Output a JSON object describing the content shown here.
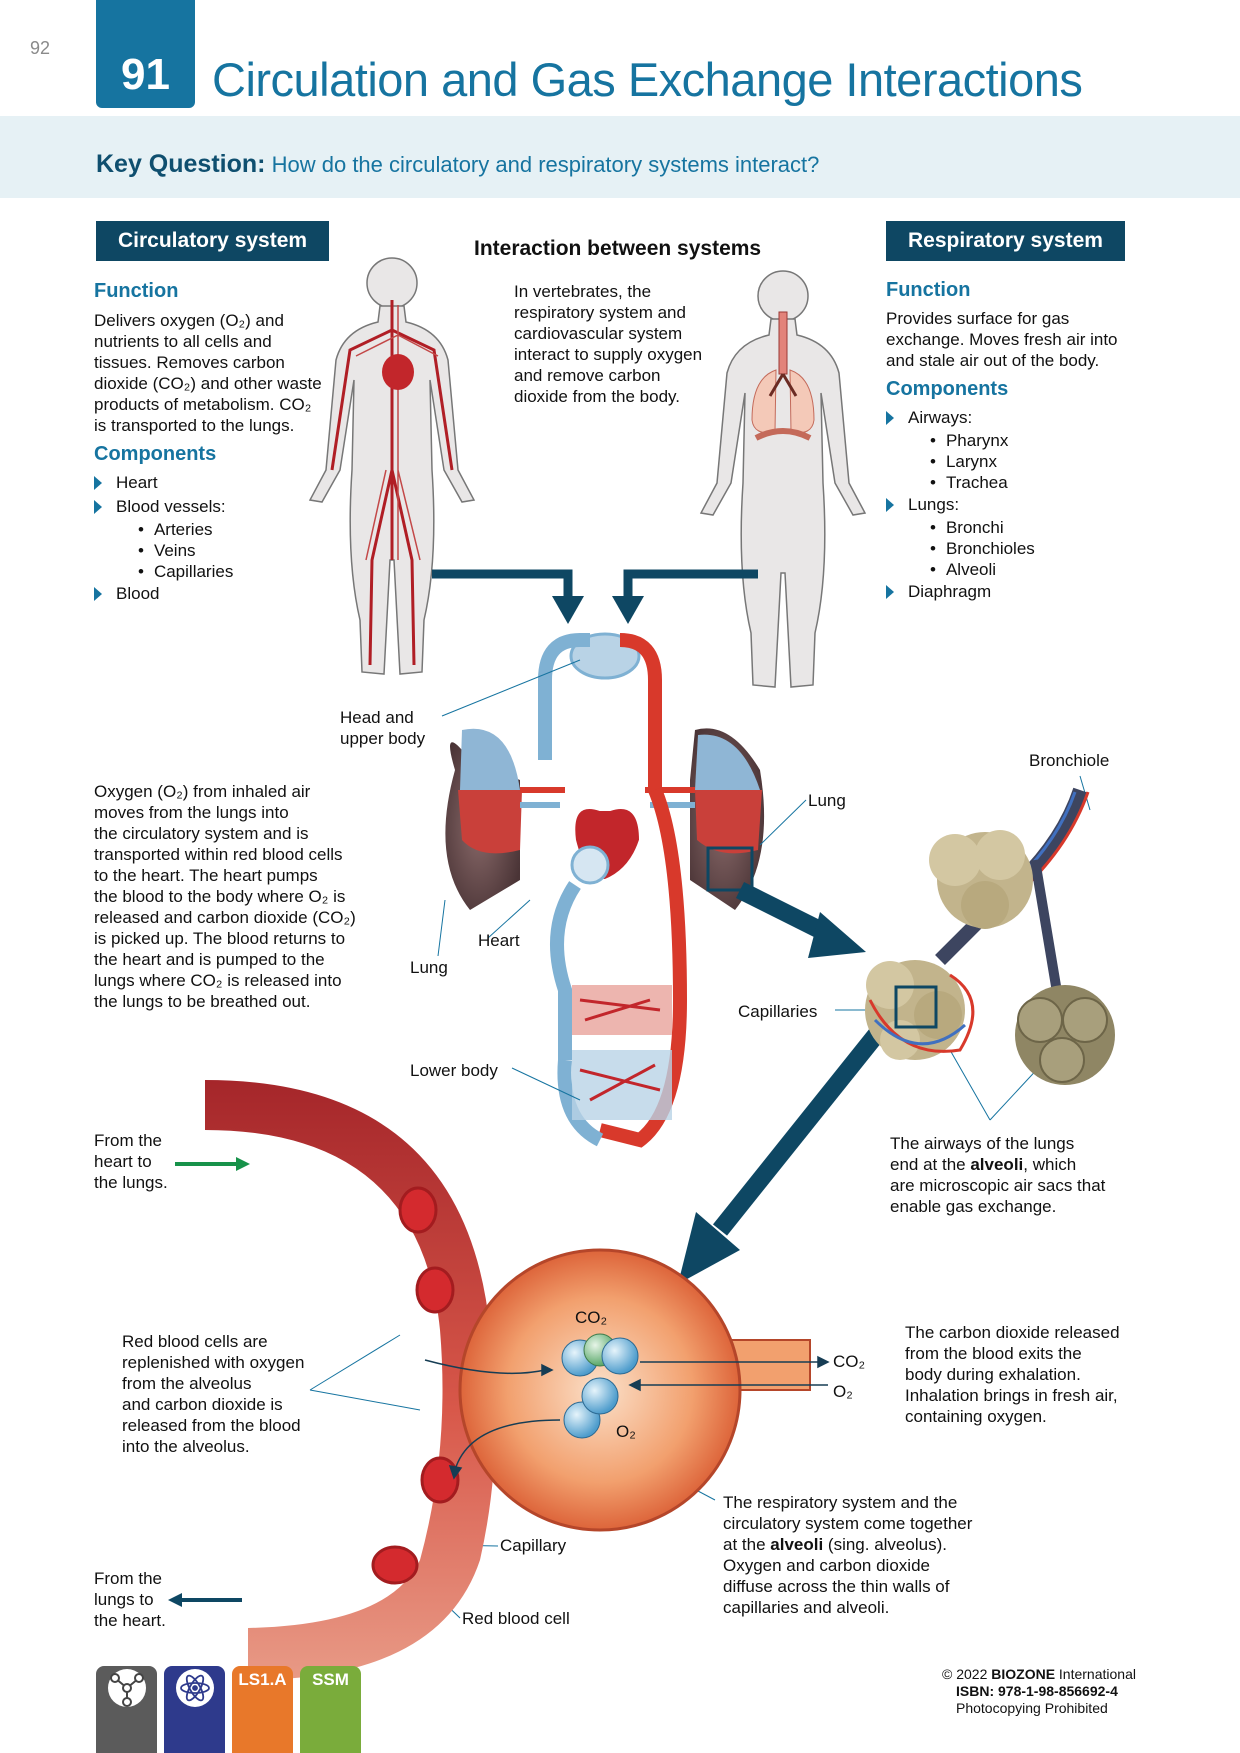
{
  "page": {
    "number": "92",
    "chapter_number": "91",
    "title": "Circulation and Gas Exchange Interactions"
  },
  "key_question": {
    "label": "Key Question",
    "text": "How do the circulatory and respiratory systems interact?"
  },
  "circulatory": {
    "header": "Circulatory system",
    "function_heading": "Function",
    "function_lines": [
      "Delivers oxygen (O₂) and",
      "nutrients to all cells and",
      "tissues. Removes carbon",
      "dioxide (CO₂) and other waste",
      "products of metabolism. CO₂",
      "is transported to the lungs."
    ],
    "components_heading": "Components",
    "components": [
      "Heart",
      "Blood vessels:",
      "Blood"
    ],
    "vessels": [
      "Arteries",
      "Veins",
      "Capillaries"
    ]
  },
  "interaction": {
    "heading": "Interaction between systems",
    "lines": [
      "In vertebrates, the",
      "respiratory system and",
      "cardiovascular system",
      "interact to supply oxygen",
      "and remove carbon",
      "dioxide from the body."
    ]
  },
  "respiratory": {
    "header": "Respiratory system",
    "function_heading": "Function",
    "function_lines": [
      "Provides surface for gas",
      "exchange. Moves fresh air into",
      "and stale air out of the body."
    ],
    "components_heading": "Components",
    "airways_label": "Airways:",
    "airways": [
      "Pharynx",
      "Larynx",
      "Trachea"
    ],
    "lungs_label": "Lungs:",
    "lungs": [
      "Bronchi",
      "Bronchioles",
      "Alveoli"
    ],
    "diaphragm": "Diaphragm"
  },
  "oxygen_text": [
    "Oxygen (O₂) from inhaled air",
    "moves from the lungs into",
    "the circulatory system and is",
    "transported within red blood cells",
    "to the heart. The heart pumps",
    "the blood to the body where O₂ is",
    "released and carbon dioxide (CO₂)",
    "is picked up. The blood returns to",
    "the heart and is pumped to the",
    "lungs where CO₂ is released into",
    "the lungs to be breathed out."
  ],
  "labels": {
    "head_upper": [
      "Head and",
      "upper body"
    ],
    "lung_left": "Lung",
    "heart": "Heart",
    "lung_right": "Lung",
    "capillaries": "Capillaries",
    "lower_body": "Lower body",
    "bronchiole": "Bronchiole",
    "capillary": "Capillary",
    "red_blood_cell": "Red blood cell",
    "co2": "CO₂",
    "o2": "O₂"
  },
  "alveoli_text": [
    "The airways of the lungs",
    "end at the |alveoli|, which",
    "are microscopic air sacs that",
    "enable gas exchange."
  ],
  "from_heart": [
    "From the",
    "heart to",
    "the lungs."
  ],
  "from_lungs": [
    "From the",
    "lungs to",
    "the heart."
  ],
  "rbc_text": [
    "Red blood cells are",
    "replenished with oxygen",
    "from the alveolus",
    "and carbon dioxide is",
    "released from the blood",
    "into the alveolus."
  ],
  "exhale_text": [
    "The carbon dioxide released",
    "from the blood exits the",
    "body during exhalation.",
    "Inhalation brings in fresh air,",
    "containing oxygen."
  ],
  "together_text": [
    "The respiratory system and the",
    "circulatory system come together",
    "at the |alveoli| (sing. alveolus).",
    "Oxygen and carbon dioxide",
    "diffuse across the thin walls of",
    "capillaries and alveoli."
  ],
  "badges": [
    {
      "label": "",
      "icon": "network-icon",
      "color": "#5b5b5b"
    },
    {
      "label": "",
      "icon": "atom-icon",
      "color": "#2e3a8c"
    },
    {
      "label": "LS1.A",
      "icon": "",
      "color": "#e8782a"
    },
    {
      "label": "SSM",
      "icon": "",
      "color": "#7aac3b"
    }
  ],
  "footer": {
    "copyright": "© 2022 |BIOZONE| International",
    "isbn": "ISBN: 978-1-98-856692-4",
    "notice": "Photocopying Prohibited"
  },
  "colors": {
    "brand_blue": "#1674a0",
    "header_navy": "#0e4763",
    "artery_red": "#d8392b",
    "vein_blue": "#7fb1d3",
    "arrow_navy": "#0e4763",
    "arrow_green": "#17924a"
  }
}
